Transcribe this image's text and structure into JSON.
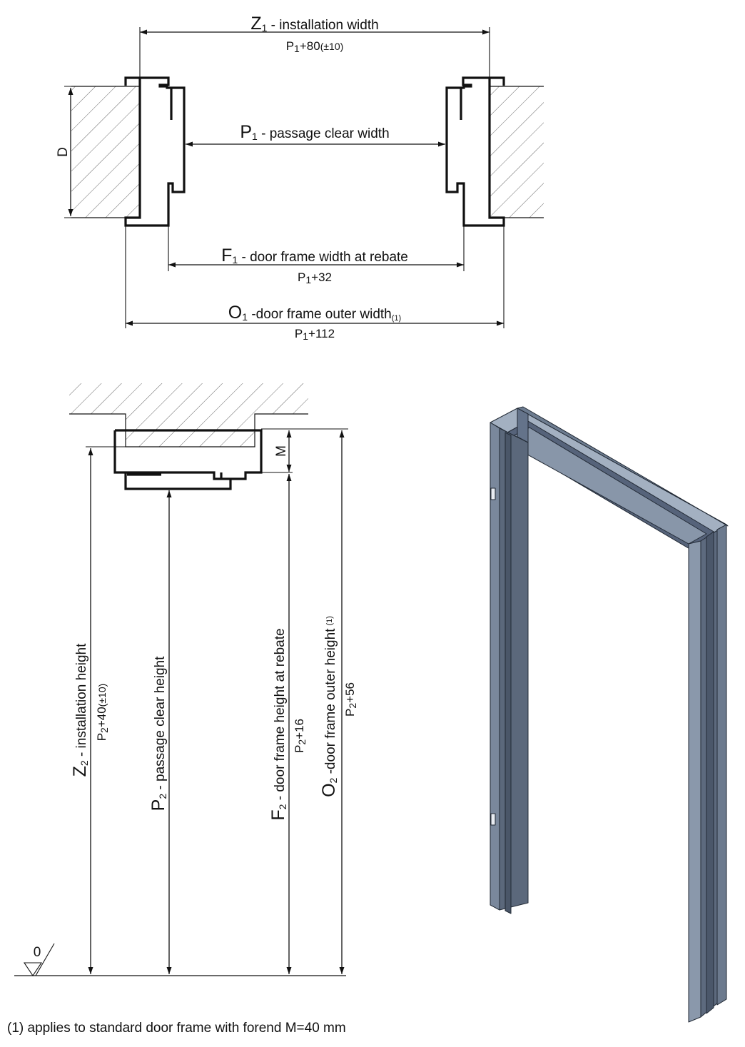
{
  "plan": {
    "z1": {
      "main": "Z",
      "sub": "1",
      "label": " - installation width",
      "formula_p": "P",
      "formula_sub": "1",
      "formula_tail": "+80",
      "tol": "(±10)"
    },
    "p1": {
      "main": "P",
      "sub": "1",
      "label": " - passage clear width"
    },
    "d": {
      "label": "D"
    },
    "f1": {
      "main": "F",
      "sub": "1",
      "label": " - door frame width at rebate",
      "formula_p": "P",
      "formula_sub": "1",
      "formula_tail": "+32"
    },
    "o1": {
      "main": "O",
      "sub": "1",
      "label": " -door frame outer width",
      "note_ref": "(1)",
      "formula_p": "P",
      "formula_sub": "1",
      "formula_tail": "+112"
    }
  },
  "section": {
    "m": {
      "label": "M"
    },
    "zero": {
      "label": "0"
    },
    "z2": {
      "main": "Z",
      "sub": "2",
      "label": " - installation height",
      "formula_p": "P",
      "formula_sub": "2",
      "formula_tail": "+40",
      "tol": "(±10)"
    },
    "p2": {
      "main": "P",
      "sub": "2",
      "label": " - passage clear height"
    },
    "f2": {
      "main": "F",
      "sub": "2",
      "label": " - door frame height at rebate",
      "formula_p": "P",
      "formula_sub": "2",
      "formula_tail": "+16"
    },
    "o2": {
      "main": "O",
      "sub": "2",
      "label": " -door frame outer height",
      "note_ref": "(1)",
      "formula_p": "P",
      "formula_sub": "2",
      "formula_tail": "+56"
    }
  },
  "footnote": "(1) applies to standard door frame with forend M=40 mm",
  "colors": {
    "line": "#111111",
    "frame_face": "#6f7f93",
    "frame_dark": "#4a5768",
    "frame_light": "#a9b6c6"
  }
}
